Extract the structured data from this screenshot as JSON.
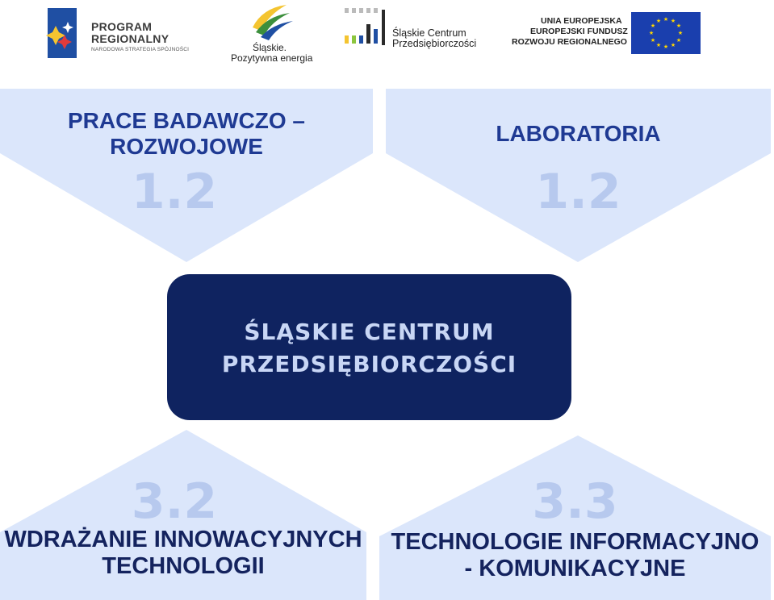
{
  "header": {
    "program_regionalny": {
      "line1": "PROGRAM",
      "line2": "REGIONALNY",
      "subtitle": "NARODOWA STRATEGIA SPÓJNOŚCI"
    },
    "slaskie": {
      "name": "Śląskie.",
      "tagline": "Pozytywna energia"
    },
    "scp": {
      "line1": "Śląskie  Centrum",
      "line2": "Przedsiębiorczości"
    },
    "ue": {
      "line1": "UNIA EUROPEJSKA",
      "line2": "EUROPEJSKI FUNDUSZ",
      "line3": "ROZWOJU REGIONALNEGO"
    }
  },
  "panels": {
    "top_left": {
      "title_line1": "PRACE BADAWCZO –",
      "title_line2": "ROZWOJOWE",
      "number": "1.2"
    },
    "top_right": {
      "title": "LABORATORIA",
      "number": "1.2"
    },
    "bottom_left": {
      "number": "3.2",
      "title_line1": "WDRAŻANIE INNOWACYJNYCH",
      "title_line2": "TECHNOLOGII"
    },
    "bottom_right": {
      "number": "3.3",
      "title_line1": "TECHNOLOGIE INFORMACYJNO",
      "title_line2": "- KOMUNIKACYJNE"
    }
  },
  "center": {
    "line1": "ŚLĄSKIE CENTRUM",
    "line2": "PRZEDSIĘBIORCZOŚCI"
  },
  "colors": {
    "panel_fill": "#dbe6fb",
    "center_box": "#0f2360",
    "title_blue": "#1f3a93",
    "number_blue": "#b7c9ee",
    "center_text": "#c8d6f5"
  }
}
